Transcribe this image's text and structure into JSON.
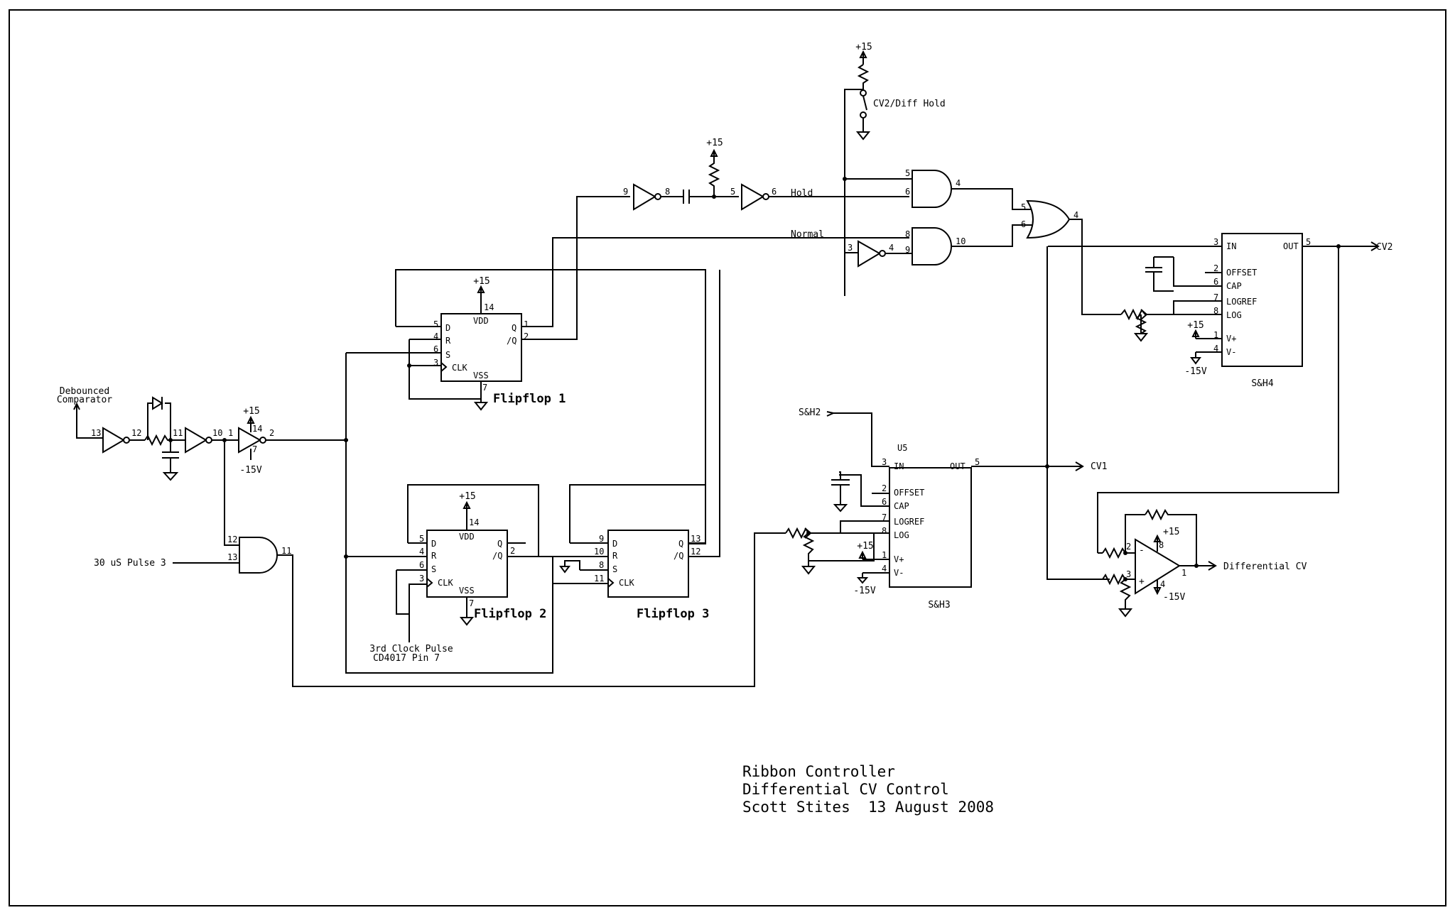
{
  "title_block": {
    "line1": "Ribbon Controller",
    "line2": "Differential CV Control",
    "line3": "Scott Stites  13 August 2008"
  },
  "inputs": {
    "debounced_1": "Debounced",
    "debounced_2": "Comparator",
    "pulse30": "30 uS Pulse 3",
    "clock_1": "3rd Clock Pulse",
    "clock_2": "CD4017 Pin 7",
    "sh2": "S&H2"
  },
  "outputs": {
    "cv1": "CV1",
    "cv2": "CV2",
    "diff_cv": "Differential CV"
  },
  "signals": {
    "hold": "Hold",
    "normal": "Normal",
    "switch": "CV2/Diff Hold"
  },
  "supply": {
    "pos": "+15",
    "neg": "-15V"
  },
  "flipflops": {
    "ff1": "Flipflop 1",
    "ff2": "Flipflop 2",
    "ff3": "Flipflop 3",
    "pin_d": "D",
    "pin_r": "R",
    "pin_s": "S",
    "pin_clk": "CLK",
    "pin_q": "Q",
    "pin_nq": "/Q",
    "pin_vdd": "VDD",
    "pin_vss": "VSS"
  },
  "sample_hold": {
    "u5": "U5",
    "sh3": "S&H3",
    "sh4": "S&H4",
    "pin_in": "IN",
    "pin_out": "OUT",
    "pin_offset": "OFFSET",
    "pin_cap": "CAP",
    "pin_logref": "LOGREF",
    "pin_log": "LOG",
    "pin_vp": "V+",
    "pin_vm": "V-"
  },
  "pins": {
    "p1": "1",
    "p2": "2",
    "p3": "3",
    "p4": "4",
    "p5": "5",
    "p6": "6",
    "p7": "7",
    "p8": "8",
    "p9": "9",
    "p10": "10",
    "p11": "11",
    "p12": "12",
    "p13": "13",
    "p14": "14"
  },
  "opamp": {
    "minus": "-",
    "plus": "+"
  }
}
